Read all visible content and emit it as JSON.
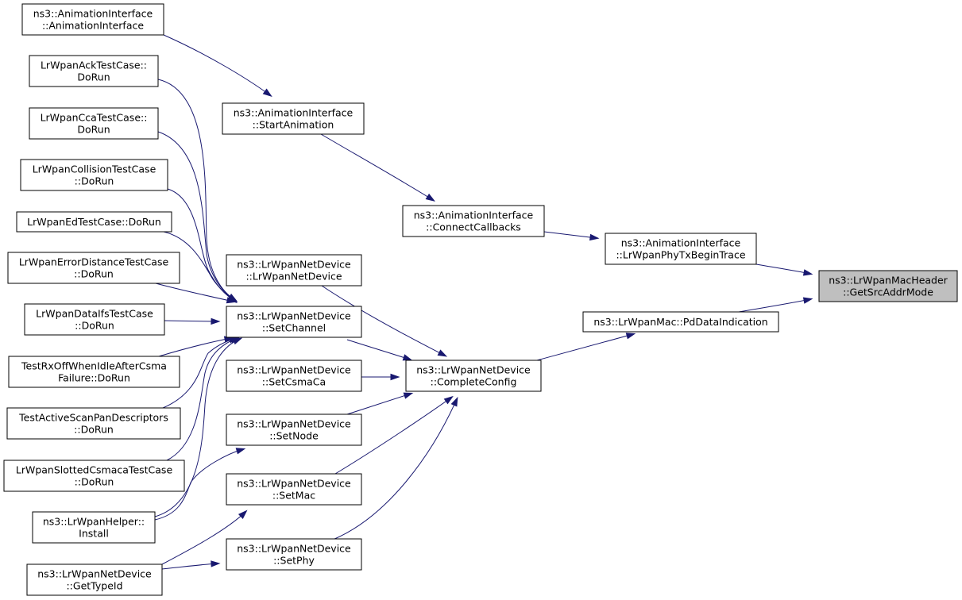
{
  "graph": {
    "title": "",
    "colors": {
      "edge": "#191970",
      "node_border": "#000000",
      "node_fill": "#ffffff",
      "target_fill": "#bfbfbf"
    },
    "nodes": [
      {
        "id": "get_src_addr_mode",
        "lines": [
          "ns3::LrWpanMacHeader",
          "::GetSrcAddrMode"
        ],
        "target": true
      },
      {
        "id": "lrwpan_phy_tx_begin_trace",
        "lines": [
          "ns3::AnimationInterface",
          "::LrWpanPhyTxBeginTrace"
        ]
      },
      {
        "id": "pd_data_indication",
        "lines": [
          "ns3::LrWpanMac::PdDataIndication"
        ]
      },
      {
        "id": "connect_callbacks",
        "lines": [
          "ns3::AnimationInterface",
          "::ConnectCallbacks"
        ]
      },
      {
        "id": "start_animation",
        "lines": [
          "ns3::AnimationInterface",
          "::StartAnimation"
        ]
      },
      {
        "id": "animation_interface_ctor",
        "lines": [
          "ns3::AnimationInterface",
          "::AnimationInterface"
        ]
      },
      {
        "id": "complete_config",
        "lines": [
          "ns3::LrWpanNetDevice",
          "::CompleteConfig"
        ]
      },
      {
        "id": "lrwpan_net_device_ctor",
        "lines": [
          "ns3::LrWpanNetDevice",
          "::LrWpanNetDevice"
        ]
      },
      {
        "id": "set_channel",
        "lines": [
          "ns3::LrWpanNetDevice",
          "::SetChannel"
        ]
      },
      {
        "id": "set_csma_ca",
        "lines": [
          "ns3::LrWpanNetDevice",
          "::SetCsmaCa"
        ]
      },
      {
        "id": "set_node",
        "lines": [
          "ns3::LrWpanNetDevice",
          "::SetNode"
        ]
      },
      {
        "id": "set_mac",
        "lines": [
          "ns3::LrWpanNetDevice",
          "::SetMac"
        ]
      },
      {
        "id": "set_phy",
        "lines": [
          "ns3::LrWpanNetDevice",
          "::SetPhy"
        ]
      },
      {
        "id": "ack_test_run",
        "lines": [
          "LrWpanAckTestCase::",
          "DoRun"
        ]
      },
      {
        "id": "cca_test_run",
        "lines": [
          "LrWpanCcaTestCase::",
          "DoRun"
        ]
      },
      {
        "id": "collision_test_run",
        "lines": [
          "LrWpanCollisionTestCase",
          "::DoRun"
        ]
      },
      {
        "id": "ed_test_run",
        "lines": [
          "LrWpanEdTestCase::DoRun"
        ]
      },
      {
        "id": "error_distance_test_run",
        "lines": [
          "LrWpanErrorDistanceTestCase",
          "::DoRun"
        ]
      },
      {
        "id": "data_ifs_test_run",
        "lines": [
          "LrWpanDataIfsTestCase",
          "::DoRun"
        ]
      },
      {
        "id": "rx_off_test_run",
        "lines": [
          "TestRxOffWhenIdleAfterCsma",
          "Failure::DoRun"
        ]
      },
      {
        "id": "active_scan_test_run",
        "lines": [
          "TestActiveScanPanDescriptors",
          "::DoRun"
        ]
      },
      {
        "id": "slotted_csmaca_test_run",
        "lines": [
          "LrWpanSlottedCsmacaTestCase",
          "::DoRun"
        ]
      },
      {
        "id": "helper_install",
        "lines": [
          "ns3::LrWpanHelper::",
          "Install"
        ]
      },
      {
        "id": "get_type_id",
        "lines": [
          "ns3::LrWpanNetDevice",
          "::GetTypeId"
        ]
      }
    ],
    "edges": [
      {
        "from": "lrwpan_phy_tx_begin_trace",
        "to": "get_src_addr_mode"
      },
      {
        "from": "pd_data_indication",
        "to": "get_src_addr_mode"
      },
      {
        "from": "connect_callbacks",
        "to": "lrwpan_phy_tx_begin_trace"
      },
      {
        "from": "start_animation",
        "to": "connect_callbacks"
      },
      {
        "from": "animation_interface_ctor",
        "to": "start_animation"
      },
      {
        "from": "complete_config",
        "to": "pd_data_indication"
      },
      {
        "from": "lrwpan_net_device_ctor",
        "to": "complete_config"
      },
      {
        "from": "set_channel",
        "to": "complete_config"
      },
      {
        "from": "set_csma_ca",
        "to": "complete_config"
      },
      {
        "from": "set_node",
        "to": "complete_config"
      },
      {
        "from": "set_mac",
        "to": "complete_config"
      },
      {
        "from": "set_phy",
        "to": "complete_config"
      },
      {
        "from": "ack_test_run",
        "to": "set_channel"
      },
      {
        "from": "cca_test_run",
        "to": "set_channel"
      },
      {
        "from": "collision_test_run",
        "to": "set_channel"
      },
      {
        "from": "ed_test_run",
        "to": "set_channel"
      },
      {
        "from": "error_distance_test_run",
        "to": "set_channel"
      },
      {
        "from": "data_ifs_test_run",
        "to": "set_channel"
      },
      {
        "from": "rx_off_test_run",
        "to": "set_channel"
      },
      {
        "from": "active_scan_test_run",
        "to": "set_channel"
      },
      {
        "from": "slotted_csmaca_test_run",
        "to": "set_channel"
      },
      {
        "from": "helper_install",
        "to": "set_channel"
      },
      {
        "from": "helper_install",
        "to": "set_node"
      },
      {
        "from": "get_type_id",
        "to": "set_mac"
      },
      {
        "from": "get_type_id",
        "to": "set_phy"
      }
    ]
  }
}
